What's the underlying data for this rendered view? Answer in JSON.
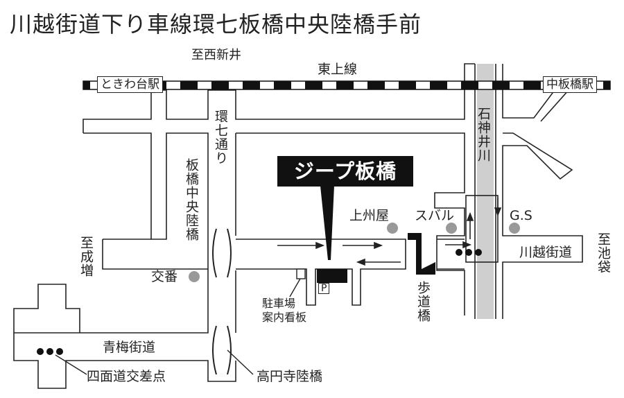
{
  "title": "川越街道下り車線環七板橋中央陸橋手前",
  "banner": "ジープ板橋",
  "stations": {
    "left": "ときわ台駅",
    "right": "中板橋駅"
  },
  "rail_line": "東上線",
  "directions": {
    "top": "至西新井",
    "left": "至成増",
    "right": "至池袋"
  },
  "roads": {
    "kan7": "環七通り",
    "ome": "青梅街道",
    "kawagoe": "川越街道",
    "river": "石神井川"
  },
  "bridges": {
    "central": "板橋中央陸橋",
    "takaenji": "高円寺陸橋",
    "footbridge": "歩道橋"
  },
  "landmarks": {
    "koban": "交番",
    "jyoshuya": "上州屋",
    "subaru": "スバル",
    "gs": "G.S",
    "parking_sign": "駐車場\n案内看板",
    "parking": "P",
    "intersection": "四面道交差点"
  },
  "colors": {
    "road_outline": "#222222",
    "river": "#cfcfcf",
    "marker": "#999999",
    "banner_bg": "#111111"
  }
}
